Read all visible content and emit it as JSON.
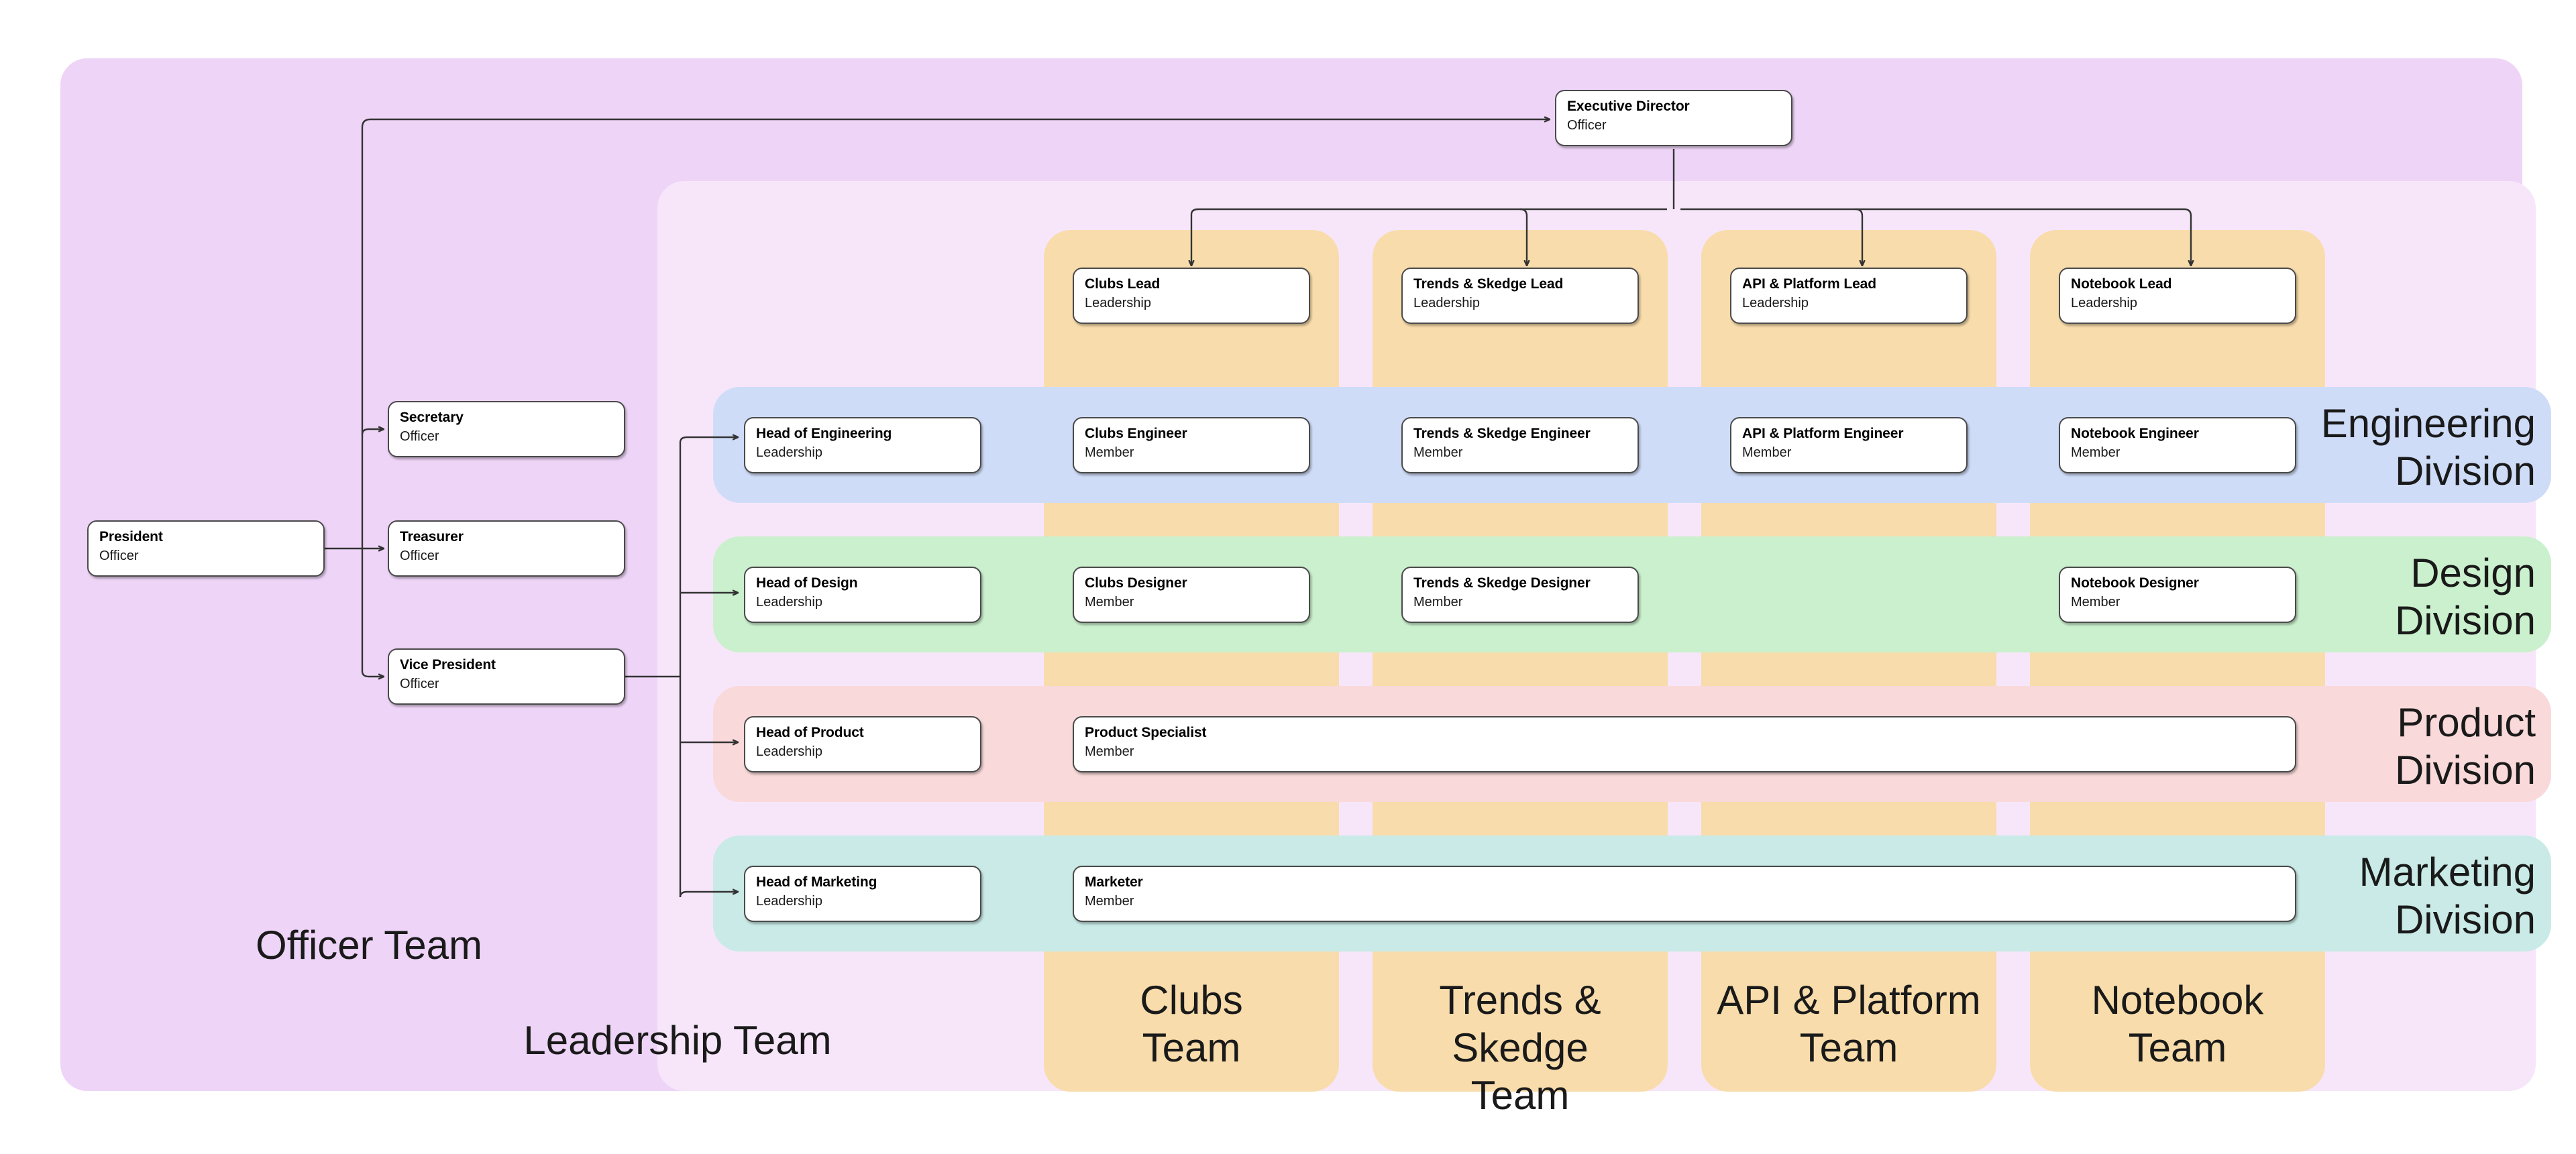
{
  "diagram": {
    "type": "org-chart",
    "title": "Organization Chart"
  },
  "groups": {
    "officer_team": {
      "label": "Officer Team",
      "color": "#eed4f7"
    },
    "leadership_team": {
      "label": "Leadership Team",
      "color": "#f7e6fa"
    }
  },
  "divisions": [
    {
      "id": "engineering",
      "label": "Engineering\nDivision",
      "color": "#cfdcf8"
    },
    {
      "id": "design",
      "label": "Design\nDivision",
      "color": "#caf0cd"
    },
    {
      "id": "product",
      "label": "Product\nDivision",
      "color": "#f9d9d9"
    },
    {
      "id": "marketing",
      "label": "Marketing\nDivision",
      "color": "#c9eae6"
    }
  ],
  "teams": [
    {
      "id": "clubs",
      "label": "Clubs\nTeam",
      "color": "#f8dcab"
    },
    {
      "id": "trends",
      "label": "Trends & Skedge\nTeam",
      "color": "#f8dcab"
    },
    {
      "id": "api",
      "label": "API & Platform\nTeam",
      "color": "#f8dcab"
    },
    {
      "id": "notebook",
      "label": "Notebook\nTeam",
      "color": "#f8dcab"
    }
  ],
  "nodes": {
    "president": {
      "title": "President",
      "role": "Officer"
    },
    "secretary": {
      "title": "Secretary",
      "role": "Officer"
    },
    "treasurer": {
      "title": "Treasurer",
      "role": "Officer"
    },
    "vice_president": {
      "title": "Vice President",
      "role": "Officer"
    },
    "executive_director": {
      "title": "Executive Director",
      "role": "Officer"
    },
    "clubs_lead": {
      "title": "Clubs Lead",
      "role": "Leadership"
    },
    "trends_lead": {
      "title": "Trends & Skedge Lead",
      "role": "Leadership"
    },
    "api_lead": {
      "title": "API & Platform Lead",
      "role": "Leadership"
    },
    "notebook_lead": {
      "title": "Notebook Lead",
      "role": "Leadership"
    },
    "head_engineering": {
      "title": "Head of Engineering",
      "role": "Leadership"
    },
    "clubs_engineer": {
      "title": "Clubs Engineer",
      "role": "Member"
    },
    "trends_engineer": {
      "title": "Trends & Skedge Engineer",
      "role": "Member"
    },
    "api_engineer": {
      "title": "API & Platform Engineer",
      "role": "Member"
    },
    "notebook_engineer": {
      "title": "Notebook Engineer",
      "role": "Member"
    },
    "head_design": {
      "title": "Head of Design",
      "role": "Leadership"
    },
    "clubs_designer": {
      "title": "Clubs Designer",
      "role": "Member"
    },
    "trends_designer": {
      "title": "Trends & Skedge Designer",
      "role": "Member"
    },
    "notebook_designer": {
      "title": "Notebook Designer",
      "role": "Member"
    },
    "head_product": {
      "title": "Head of Product",
      "role": "Leadership"
    },
    "product_specialist": {
      "title": "Product Specialist",
      "role": "Member"
    },
    "head_marketing": {
      "title": "Head of Marketing",
      "role": "Leadership"
    },
    "marketer": {
      "title": "Marketer",
      "role": "Member"
    }
  }
}
